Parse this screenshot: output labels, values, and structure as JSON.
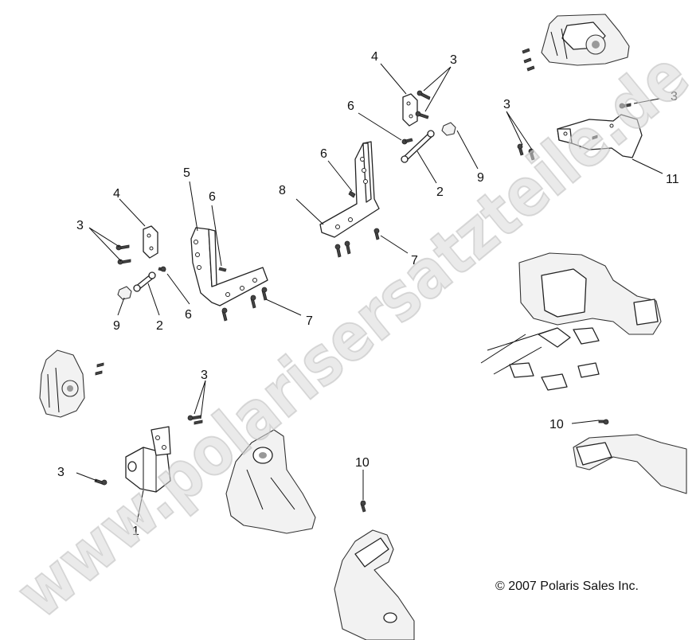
{
  "watermark": "www.polarisersatzteile.de",
  "copyright": "© 2007 Polaris Sales Inc.",
  "callouts": {
    "c4_top": "4",
    "c3_top": "3",
    "c6_top": "6",
    "c9_top": "9",
    "c2_top": "2",
    "c3_right_a": "3",
    "c3_right_b": "3",
    "c11": "11",
    "c5": "5",
    "c6_mid": "6",
    "c6_br": "6",
    "c8": "8",
    "c7_mid": "7",
    "c4_left": "4",
    "c3_left": "3",
    "c9_left": "9",
    "c2_left": "2",
    "c6_left": "6",
    "c7_left": "7",
    "c3_low": "3",
    "c3_lowleft": "3",
    "c1": "1",
    "c10_right": "10",
    "c10_low": "10"
  }
}
